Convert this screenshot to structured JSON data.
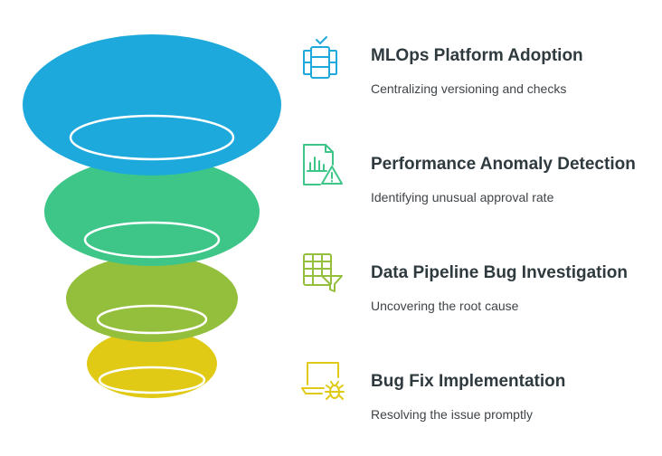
{
  "colors": {
    "stage1": "#1ea9dc",
    "stage2": "#3ec688",
    "stage3": "#94bf3c",
    "stage4": "#e0ca15",
    "title_text": "#2f3a3f",
    "desc_text": "#3f4448"
  },
  "steps": [
    {
      "title": "MLOps Platform Adoption",
      "description": "Centralizing versioning and checks",
      "icon": "database-check-icon"
    },
    {
      "title": "Performance Anomaly Detection",
      "description": "Identifying unusual approval rate",
      "icon": "chart-warning-icon"
    },
    {
      "title": "Data Pipeline Bug Investigation",
      "description": "Uncovering the root cause",
      "icon": "table-filter-icon"
    },
    {
      "title": "Bug Fix Implementation",
      "description": "Resolving the issue promptly",
      "icon": "laptop-bug-icon"
    }
  ]
}
